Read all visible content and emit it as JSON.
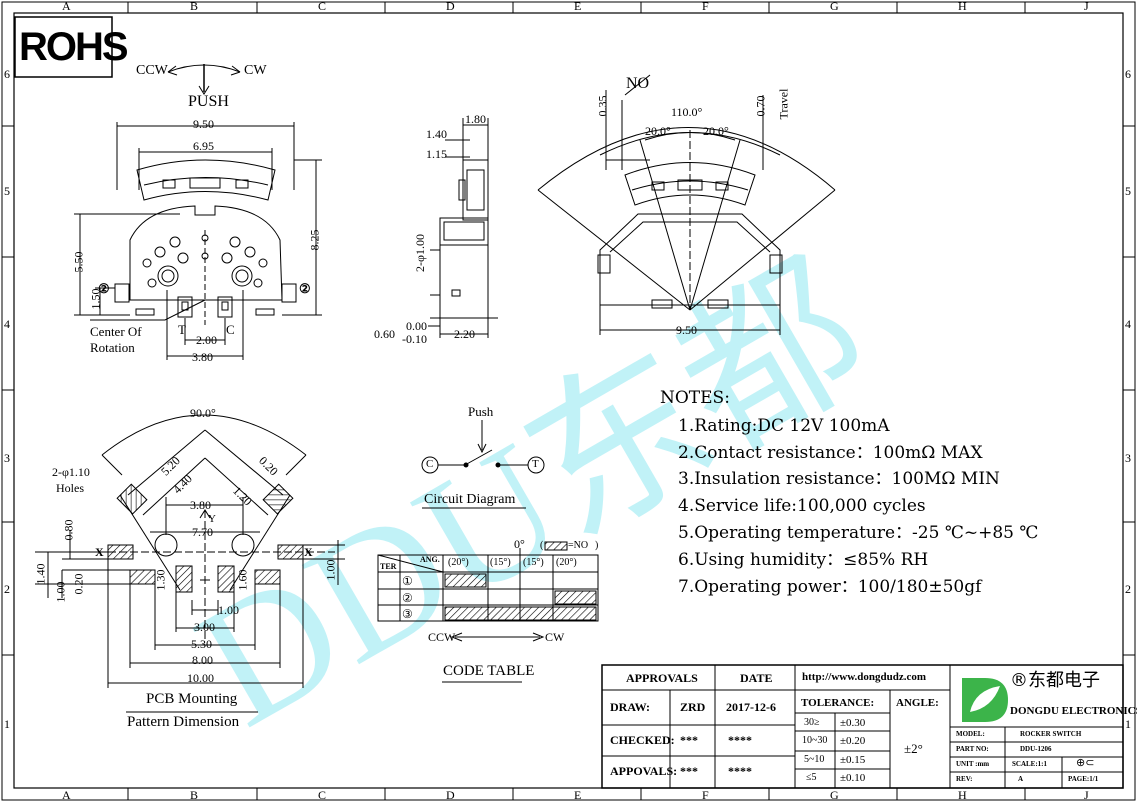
{
  "border": {
    "cols": [
      "A",
      "B",
      "C",
      "D",
      "E",
      "F",
      "G",
      "H",
      "J"
    ],
    "rows": [
      "6",
      "5",
      "4",
      "3",
      "2",
      "1"
    ]
  },
  "rohs": "ROHS",
  "watermark": "DDU东都",
  "top_view": {
    "ccw": "CCW",
    "cw": "CW",
    "push": "PUSH",
    "dims": {
      "w950": "9.50",
      "w695": "6.95",
      "h550": "5.50",
      "h825": "8.25",
      "h150": "1.50",
      "w200": "2.00",
      "w380": "3.80"
    },
    "center_label_1": "Center Of",
    "center_label_2": "Rotation",
    "t_label": "T",
    "c_label": "C",
    "marker": "②"
  },
  "side_view": {
    "dims": {
      "d180": "1.80",
      "d140": "1.40",
      "d115": "1.15",
      "hole": "2-φ1.00",
      "d000": "0.00",
      "d060": "0.60",
      "dm010": "-0.10",
      "d220": "2.20"
    }
  },
  "right_view": {
    "no": "NO",
    "d035": "0.35",
    "angle110": "110.0°",
    "a20l": "20.0°",
    "a20r": "20.0°",
    "d070": "0.70",
    "travel": "Travel",
    "w950": "9.50"
  },
  "pcb": {
    "angle90": "90.0°",
    "holes_1": "2-φ1.10",
    "holes_2": "Holes",
    "dims": {
      "d520": "5.20",
      "d440": "4.40",
      "d020": "0.20",
      "d120": "1.20",
      "d380": "3.80",
      "d770": "7.70",
      "d080": "0.80",
      "d140": "1.40",
      "d100l": "1.00",
      "d020b": "0.20",
      "d130": "1.30",
      "d160": "1.60",
      "d100r": "1.00",
      "d100m": "1.00",
      "d300": "3.00",
      "d530": "5.30",
      "d800": "8.00",
      "d1000": "10.00"
    },
    "x": "X",
    "y": "Y",
    "title_1": "PCB Mounting",
    "title_2": "Pattern Dimension"
  },
  "circuit": {
    "push": "Push",
    "c": "C",
    "t": "T",
    "title": "Circuit Diagram"
  },
  "code_table": {
    "zero": "0°",
    "legend": "=NO",
    "ter": "TER",
    "ang": "ANG.",
    "headers": [
      "(20°)",
      "(15°)",
      "(15°)",
      "(20°)"
    ],
    "rows": [
      "①",
      "②",
      "③"
    ],
    "ccw": "CCW",
    "cw": "CW",
    "title": "CODE TABLE"
  },
  "notes": {
    "title": "NOTES:",
    "items": [
      "1.Rating:DC 12V 100mA",
      "2.Contact resistance：100mΩ MAX",
      "3.Insulation resistance：100MΩ MIN",
      "4.Service life:100,000 cycles",
      "5.Operating temperature：-25 ℃~+85 ℃",
      "6.Using humidity：≤85% RH",
      "7.Operating power：100/180±50gf"
    ]
  },
  "title_block": {
    "approvals": "APPROVALS",
    "date": "DATE",
    "draw": "DRAW:",
    "draw_by": "ZRD",
    "draw_date": "2017-12-6",
    "checked": "CHECKED:",
    "checked_by": "***",
    "checked_date": "****",
    "appvals": "APPOVALS:",
    "appvals_by": "***",
    "appvals_date": "****",
    "url": "http://www.dongdudz.com",
    "tolerance": "TOLERANCE:",
    "angle": "ANGLE:",
    "tol_rows": [
      [
        "30≥",
        "±0.30"
      ],
      [
        "10~30",
        "±0.20"
      ],
      [
        "5~10",
        "±0.15"
      ],
      [
        "≤5",
        "±0.10"
      ]
    ],
    "angle_val": "±2°",
    "brand_cn": "®东都电子",
    "brand_en": "DONGDU ELECTRONICS",
    "model_k": "MODEL:",
    "model_v": "ROCKER SWITCH",
    "part_k": "PART NO:",
    "part_v": "DDU-1206",
    "unit_k": "UNIT :mm",
    "scale_k": "SCALE:1:1",
    "rev_k": "REV:",
    "rev_v": "A",
    "page_k": "PAGE:1/1"
  },
  "colors": {
    "watermark": "#8ee8f0",
    "logo_green": "#3cb44a",
    "hatch": "#000000"
  }
}
